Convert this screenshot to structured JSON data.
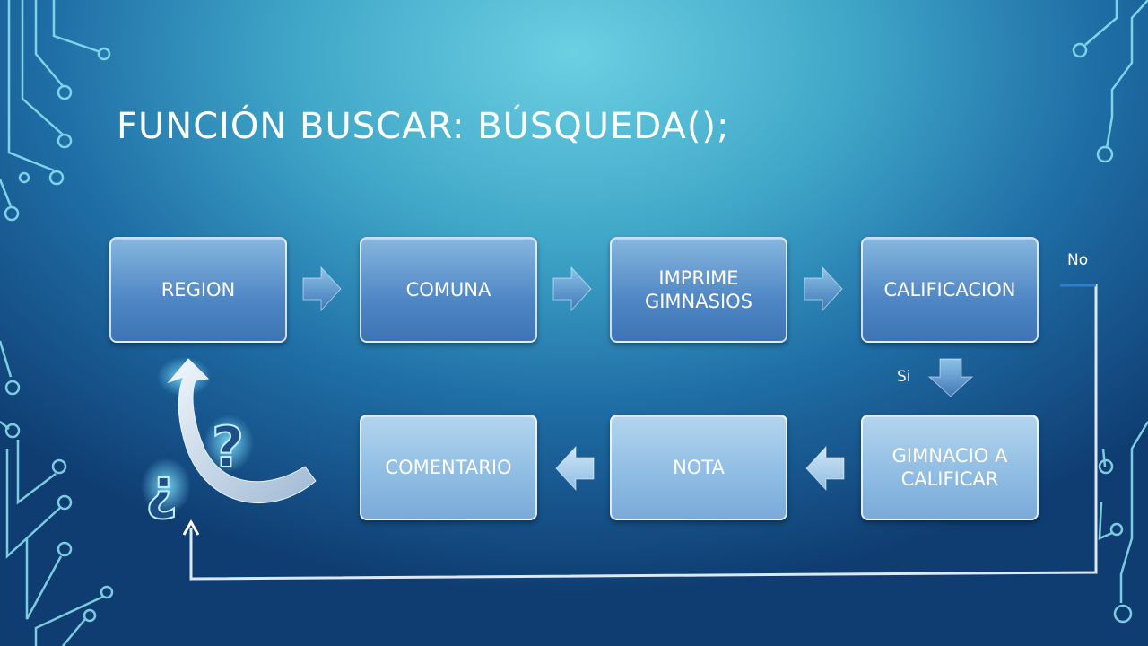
{
  "title": "Función buscar: búsqueda();",
  "flow": {
    "boxes": [
      {
        "id": "region",
        "label": "REGION"
      },
      {
        "id": "comuna",
        "label": "COMUNA"
      },
      {
        "id": "imprime",
        "label": "IMPRIME GIMNASIOS"
      },
      {
        "id": "calificacion",
        "label": "CALIFICACION"
      },
      {
        "id": "gimnacio",
        "label": "GIMNACIO A CALIFICAR"
      },
      {
        "id": "nota",
        "label": "NOTA"
      },
      {
        "id": "comentario",
        "label": "COMENTARIO"
      }
    ],
    "branch_no": "No",
    "branch_si": "Si"
  },
  "colors": {
    "accent": "#4f86c4",
    "light_box": "#8dbbe2",
    "loop_line": "#dbe8f5"
  }
}
